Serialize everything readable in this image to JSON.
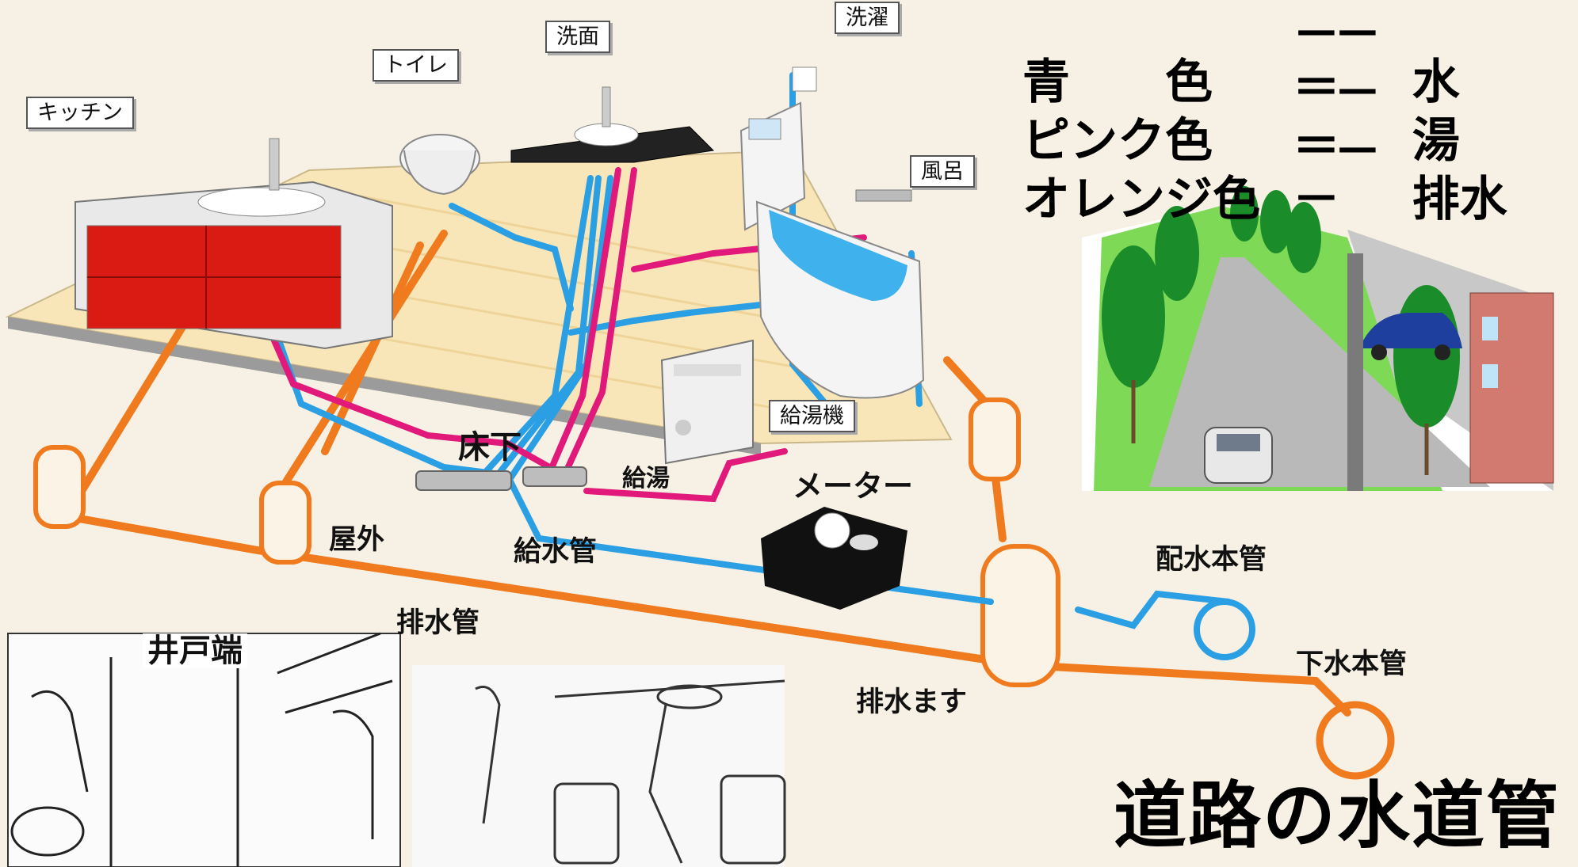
{
  "legend": {
    "rows": [
      {
        "color_name": "青　　色",
        "dashes": "－－－",
        "meaning": "水",
        "color": "#2b9fe3"
      },
      {
        "color_name": "ピンク色",
        "dashes": "－－－",
        "meaning": "湯",
        "color": "#e0197a"
      },
      {
        "color_name": "オレンジ色",
        "dashes": "－－－",
        "meaning": "排水",
        "color": "#f07a1e"
      }
    ]
  },
  "fixtures": {
    "kitchen": "キッチン",
    "toilet": "トイレ",
    "washbasin": "洗面",
    "laundry": "洗濯",
    "bath": "風呂",
    "water_heater": "給湯機"
  },
  "pipes": {
    "underfloor": "床下",
    "hot_supply": "給湯",
    "meter": "メーター",
    "outdoor": "屋外",
    "supply_pipe": "給水管",
    "drain_pipe": "排水管",
    "drain_basin": "排水ます",
    "water_main": "配水本管",
    "sewer_main": "下水本管"
  },
  "illustration": {
    "well_label": "井戸端"
  },
  "title": "道路の水道管",
  "colors": {
    "water": "#2b9fe3",
    "hot": "#e0197a",
    "drain": "#f07a1e",
    "floor": "#f7e2b0",
    "cabinet": "#d91b14"
  }
}
